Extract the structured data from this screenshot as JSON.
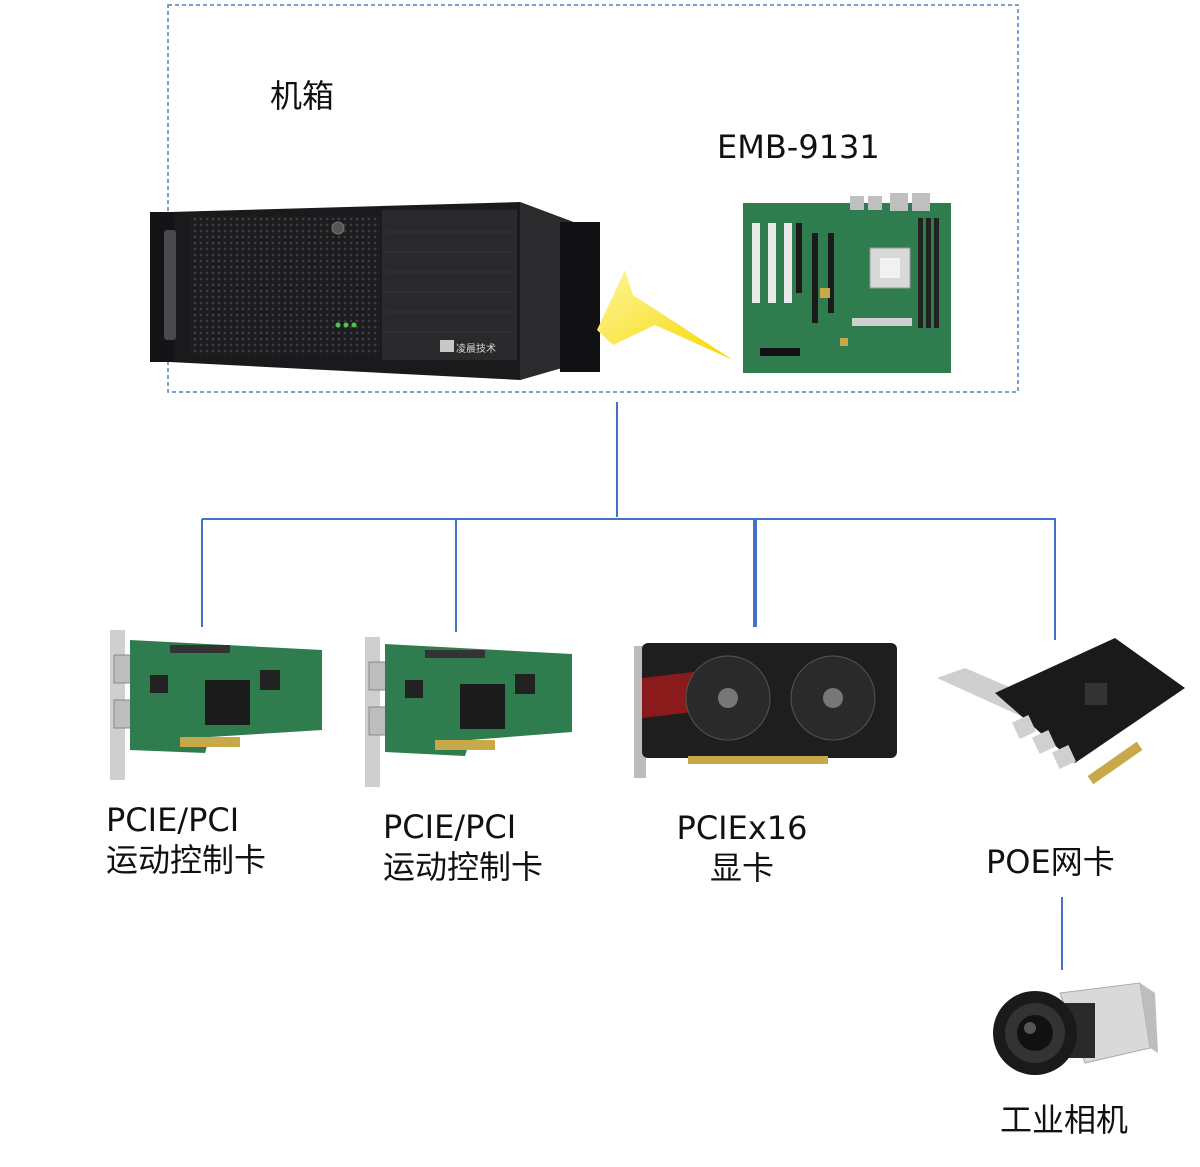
{
  "chassis_group": {
    "label": "机箱"
  },
  "motherboard": {
    "model": "EMB-9131"
  },
  "chassis": {
    "brand_text": "凌晨技术"
  },
  "cards": [
    {
      "line1": "PCIE/PCI",
      "line2": "运动控制卡"
    },
    {
      "line1": "PCIE/PCI",
      "line2": "运动控制卡"
    },
    {
      "line1": "PCIEx16",
      "line2": "显卡"
    },
    {
      "line1": "POE网卡",
      "line2": ""
    }
  ],
  "camera": {
    "label": "工业相机"
  },
  "colors": {
    "connector": "#4472C4",
    "group_border": "#4F81BD",
    "arrow": "#F5D800",
    "pcb_green": "#2F7D4F",
    "chassis_dark": "#2a2a2c"
  }
}
